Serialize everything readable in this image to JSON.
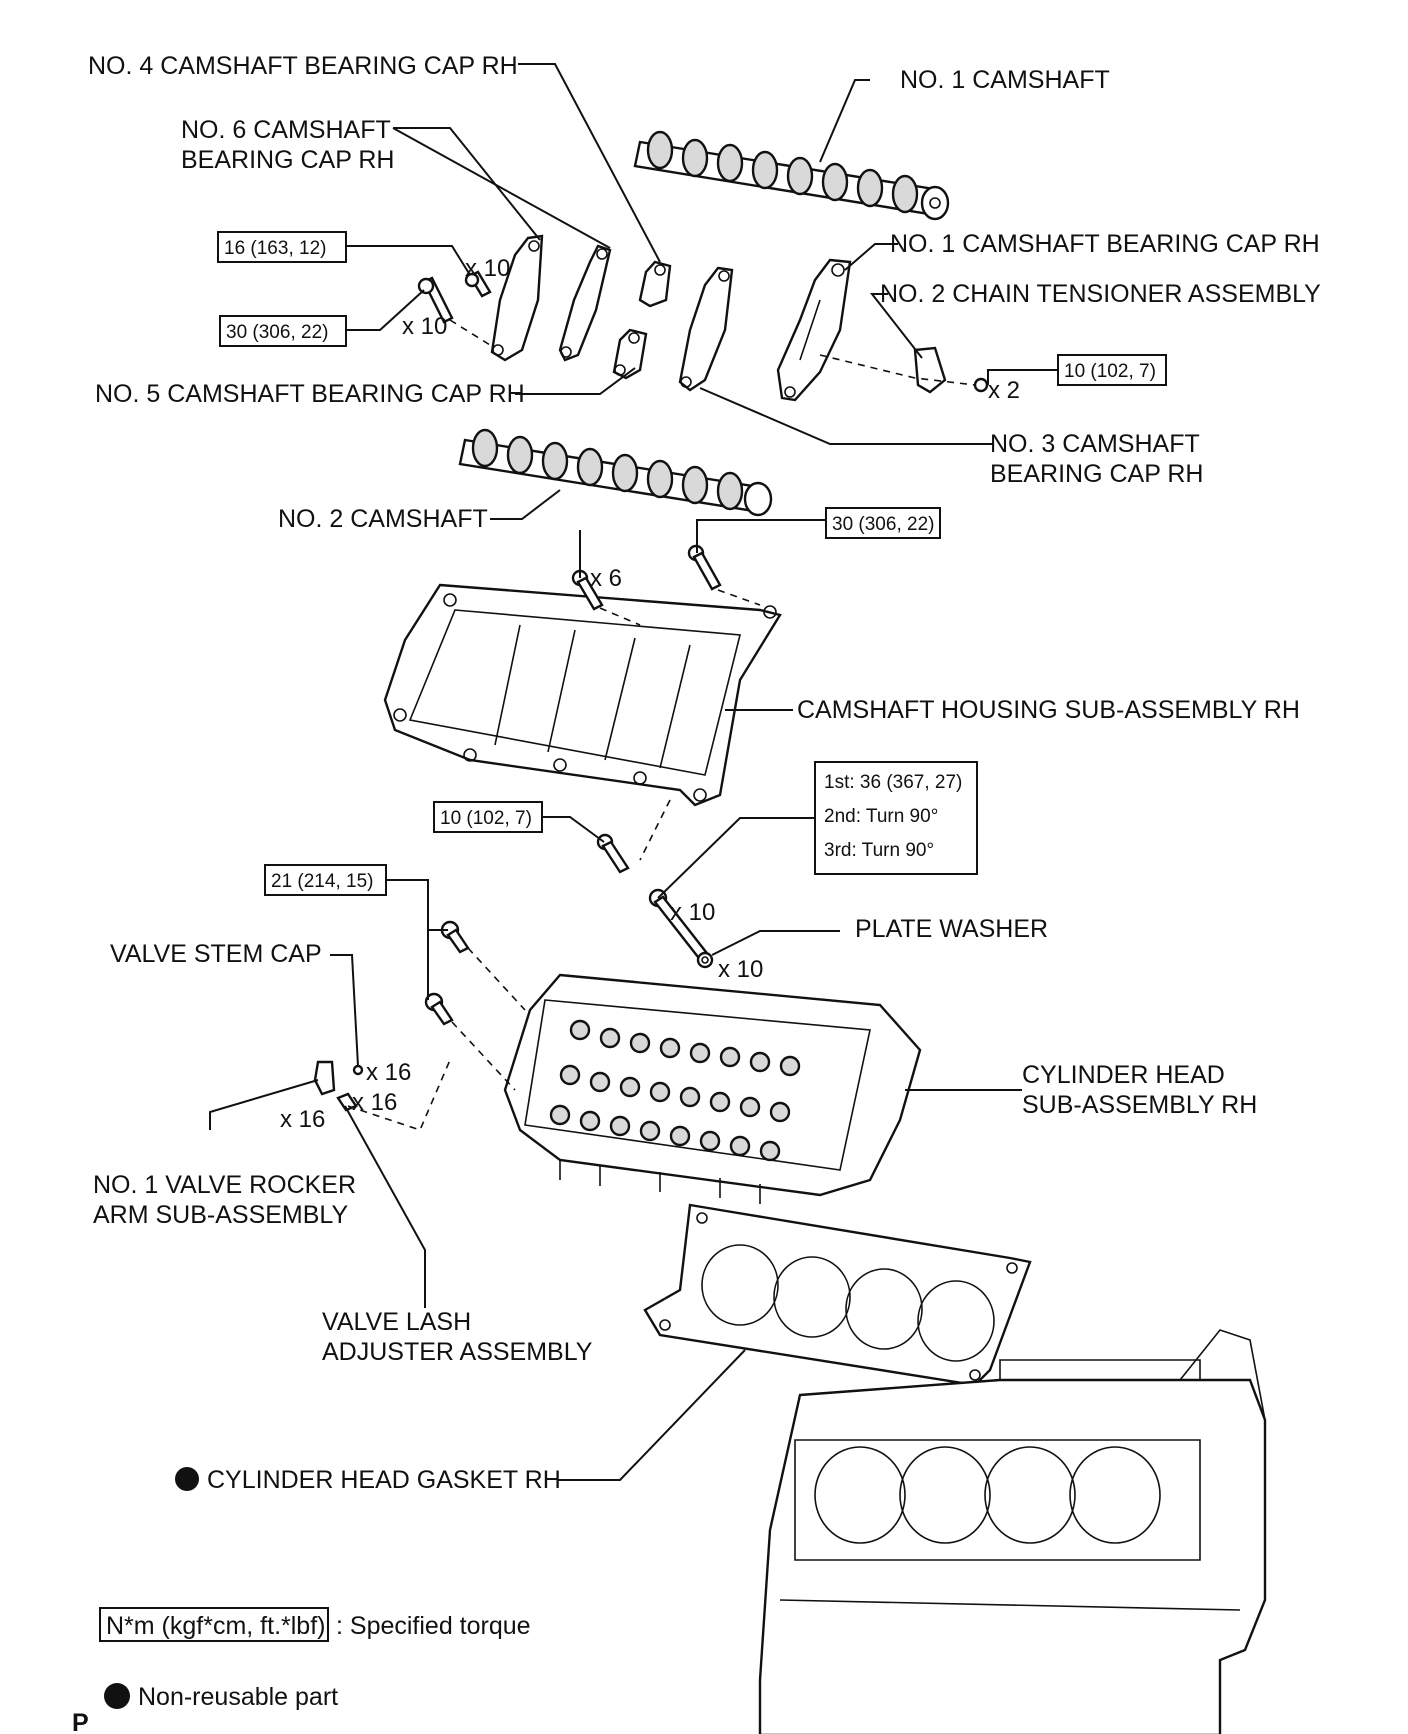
{
  "labels": {
    "no4_cap": "NO. 4 CAMSHAFT BEARING CAP RH",
    "no1_cam": "NO. 1 CAMSHAFT",
    "no6_cap_l1": "NO. 6 CAMSHAFT",
    "no6_cap_l2": "BEARING CAP RH",
    "no1_cap": "NO. 1 CAMSHAFT BEARING CAP RH",
    "no2_tensioner": "NO. 2 CHAIN TENSIONER ASSEMBLY",
    "no5_cap": "NO. 5 CAMSHAFT BEARING CAP RH",
    "no3_cap_l1": "NO. 3 CAMSHAFT",
    "no3_cap_l2": "BEARING CAP RH",
    "no2_cam": "NO. 2 CAMSHAFT",
    "housing": "CAMSHAFT HOUSING SUB-ASSEMBLY RH",
    "plate_washer": "PLATE WASHER",
    "valve_stem_cap": "VALVE STEM CAP",
    "head_l1": "CYLINDER HEAD",
    "head_l2": "SUB-ASSEMBLY RH",
    "rocker_l1": "NO. 1 VALVE ROCKER",
    "rocker_l2": "ARM SUB-ASSEMBLY",
    "lash_l1": "VALVE LASH",
    "lash_l2": "ADJUSTER ASSEMBLY",
    "gasket": "CYLINDER HEAD GASKET RH"
  },
  "torques": {
    "t16": "16 (163, 12)",
    "t30a": "30 (306, 22)",
    "t10a": "10 (102, 7)",
    "t30b": "30 (306, 22)",
    "t10b": "10 (102, 7)",
    "t21": "21 (214, 15)",
    "step1": "1st: 36 (367, 27)",
    "step2": "2nd: Turn 90°",
    "step3": "3rd: Turn 90°"
  },
  "quantities": {
    "q10a": "x 10",
    "q10b": "x 10",
    "q2": "x 2",
    "q6": "x 6",
    "q10c": "x 10",
    "q10d": "x 10",
    "q16a": "x 16",
    "q16b": "x 16",
    "q16c": "x 16"
  },
  "legend": {
    "torque_sample": "N*m (kgf*cm, ft.*lbf)",
    "torque_desc": ": Specified torque",
    "nonreusable_desc": "Non-reusable part"
  },
  "corner_mark": "P"
}
